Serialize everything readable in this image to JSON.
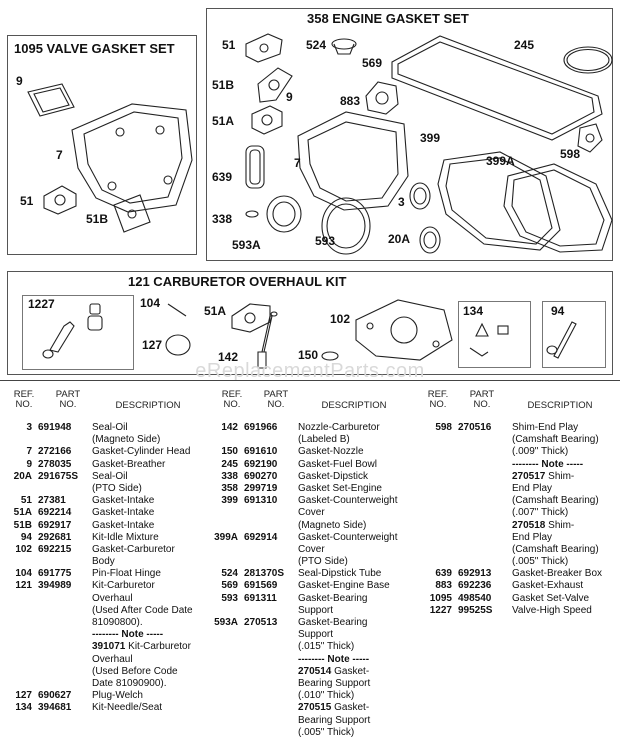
{
  "diagram": {
    "valve_kit_title": "1095 VALVE  GASKET SET",
    "engine_kit_title": "358 ENGINE GASKET SET",
    "carb_kit_title": "121 CARBURETOR OVERHAUL KIT",
    "labels": {
      "v9": "9",
      "v7": "7",
      "v51": "51",
      "v51b": "51B",
      "e51": "51",
      "e524": "524",
      "e245": "245",
      "e569": "569",
      "e51b": "51B",
      "e9": "9",
      "e883": "883",
      "e51a": "51A",
      "e399": "399",
      "e639": "639",
      "e7": "7",
      "e399a": "399A",
      "e598": "598",
      "e3": "3",
      "e338": "338",
      "e20a": "20A",
      "e593a": "593A",
      "e593": "593",
      "c1227": "1227",
      "c104": "104",
      "c51a": "51A",
      "c102": "102",
      "c134": "134",
      "c94": "94",
      "c127": "127",
      "c142": "142",
      "c150": "150"
    }
  },
  "watermark": "eReplacementParts.com",
  "table_headers": {
    "ref": "REF.\nNO.",
    "part": "PART\nNO.",
    "desc": "DESCRIPTION"
  },
  "columns": [
    [
      {
        "ref": "3",
        "part": "691948",
        "desc": "Seal-Oil"
      },
      {
        "desc": "(Magneto Side)"
      },
      {
        "ref": "7",
        "part": "272166",
        "desc": "Gasket-Cylinder Head"
      },
      {
        "ref": "9",
        "part": "278035",
        "desc": "Gasket-Breather"
      },
      {
        "ref": "20A",
        "part": "291675S",
        "desc": "Seal-Oil"
      },
      {
        "desc": "(PTO Side)"
      },
      {
        "ref": "51",
        "part": "27381",
        "desc": "Gasket-Intake"
      },
      {
        "ref": "51A",
        "part": "692214",
        "desc": "Gasket-Intake"
      },
      {
        "ref": "51B",
        "part": "692917",
        "desc": "Gasket-Intake"
      },
      {
        "ref": "94",
        "part": "292681",
        "desc": "Kit-Idle Mixture"
      },
      {
        "ref": "102",
        "part": "692215",
        "desc": "Gasket-Carburetor"
      },
      {
        "desc": "Body"
      },
      {
        "ref": "104",
        "part": "691775",
        "desc": "Pin-Float Hinge"
      },
      {
        "ref": "121",
        "part": "394989",
        "desc": "Kit-Carburetor"
      },
      {
        "desc": "Overhaul"
      },
      {
        "desc": "(Used After Code Date"
      },
      {
        "desc": "81090800)."
      },
      {
        "desc": "-------- Note -----",
        "bold": true
      },
      {
        "desc": "391071 Kit-Carburetor",
        "boldlead": "391071"
      },
      {
        "desc": "Overhaul"
      },
      {
        "desc": "(Used Before Code"
      },
      {
        "desc": "Date 81090900)."
      },
      {
        "ref": "127",
        "part": "690627",
        "desc": "Plug-Welch"
      },
      {
        "ref": "134",
        "part": "394681",
        "desc": "Kit-Needle/Seat"
      }
    ],
    [
      {
        "ref": "142",
        "part": "691966",
        "desc": "Nozzle-Carburetor"
      },
      {
        "desc": "(Labeled B)"
      },
      {
        "ref": "150",
        "part": "691610",
        "desc": "Gasket-Nozzle"
      },
      {
        "ref": "245",
        "part": "692190",
        "desc": "Gasket-Fuel Bowl"
      },
      {
        "ref": "338",
        "part": "690270",
        "desc": "Gasket-Dipstick"
      },
      {
        "ref": "358",
        "part": "299719",
        "desc": "Gasket Set-Engine"
      },
      {
        "ref": "399",
        "part": "691310",
        "desc": "Gasket-Counterweight"
      },
      {
        "desc": "Cover"
      },
      {
        "desc": "(Magneto Side)"
      },
      {
        "ref": "399A",
        "part": "692914",
        "desc": "Gasket-Counterweight"
      },
      {
        "desc": "Cover"
      },
      {
        "desc": "(PTO Side)"
      },
      {
        "ref": "524",
        "part": "281370S",
        "desc": "Seal-Dipstick Tube"
      },
      {
        "ref": "569",
        "part": "691569",
        "desc": "Gasket-Engine Base"
      },
      {
        "ref": "593",
        "part": "691311",
        "desc": "Gasket-Bearing"
      },
      {
        "desc": "Support"
      },
      {
        "ref": "593A",
        "part": "270513",
        "desc": "Gasket-Bearing"
      },
      {
        "desc": "Support"
      },
      {
        "desc": "(.015\" Thick)"
      },
      {
        "desc": "-------- Note -----",
        "bold": true
      },
      {
        "desc": "270514 Gasket-",
        "boldlead": "270514"
      },
      {
        "desc": "Bearing Support"
      },
      {
        "desc": "(.010\" Thick)"
      },
      {
        "desc": "270515 Gasket-",
        "boldlead": "270515"
      },
      {
        "desc": "Bearing Support"
      },
      {
        "desc": "(.005\" Thick)"
      }
    ],
    [
      {
        "ref": "598",
        "part": "270516",
        "desc": "Shim-End Play"
      },
      {
        "desc": "(Camshaft Bearing)"
      },
      {
        "desc": "(.009\" Thick)"
      },
      {
        "desc": "-------- Note -----",
        "bold": true
      },
      {
        "desc": "270517 Shim-",
        "boldlead": "270517"
      },
      {
        "desc": "End Play"
      },
      {
        "desc": "(Camshaft Bearing)"
      },
      {
        "desc": "(.007\" Thick)"
      },
      {
        "desc": "270518 Shim-",
        "boldlead": "270518"
      },
      {
        "desc": "End Play"
      },
      {
        "desc": "(Camshaft Bearing)"
      },
      {
        "desc": "(.005\" Thick)"
      },
      {
        "ref": "639",
        "part": "692913",
        "desc": "Gasket-Breaker Box"
      },
      {
        "ref": "883",
        "part": "692236",
        "desc": "Gasket-Exhaust"
      },
      {
        "ref": "1095",
        "part": "498540",
        "desc": "Gasket Set-Valve"
      },
      {
        "ref": "1227",
        "part": "99525S",
        "desc": "Valve-High Speed"
      }
    ]
  ]
}
